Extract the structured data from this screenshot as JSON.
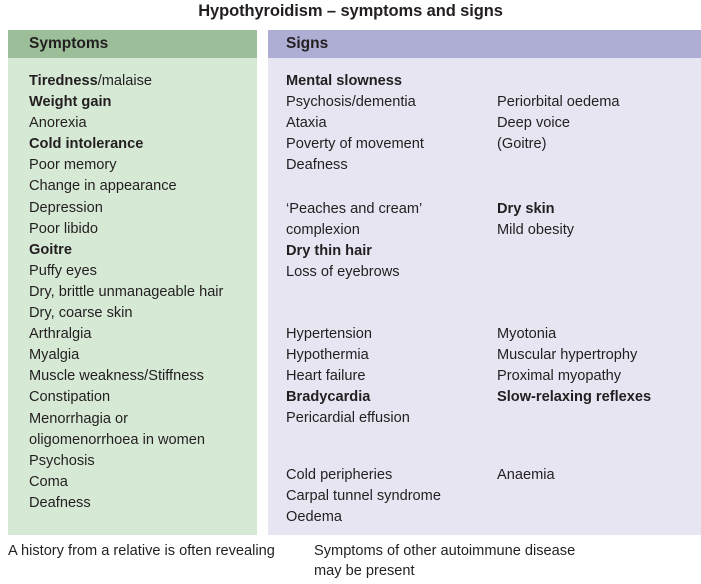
{
  "title": "Hypothyroidism – symptoms and signs",
  "colors": {
    "symptoms_header": "#9cbf9a",
    "symptoms_body": "#d6e9d5",
    "signs_header": "#aeaed4",
    "signs_body": "#e7e5f2",
    "text": "#231f20"
  },
  "symptoms": {
    "header": "Symptoms",
    "items": [
      {
        "text": "Tiredness",
        "bold_prefix": "Tiredness",
        "rest": "/malaise",
        "style": "mixed"
      },
      {
        "text": "Weight gain",
        "style": "bold"
      },
      {
        "text": "Anorexia",
        "style": "normal"
      },
      {
        "text": "Cold intolerance",
        "style": "bold"
      },
      {
        "text": "Poor memory",
        "style": "normal"
      },
      {
        "text": "Change in appearance",
        "style": "normal"
      },
      {
        "text": "Depression",
        "style": "normal"
      },
      {
        "text": "Poor libido",
        "style": "normal"
      },
      {
        "text": "Goitre",
        "style": "bold"
      },
      {
        "text": "Puffy eyes",
        "style": "normal"
      },
      {
        "text": "Dry, brittle unmanageable hair",
        "style": "normal"
      },
      {
        "text": "Dry, coarse skin",
        "style": "normal"
      },
      {
        "text": "Arthralgia",
        "style": "normal"
      },
      {
        "text": "Myalgia",
        "style": "normal"
      },
      {
        "text": "Muscle weakness/Stiffness",
        "style": "normal"
      },
      {
        "text": "Constipation",
        "style": "normal"
      },
      {
        "text": "Menorrhagia or",
        "style": "normal"
      },
      {
        "text": "oligomenorrhoea in women",
        "style": "normal"
      },
      {
        "text": "Psychosis",
        "style": "normal"
      },
      {
        "text": "Coma",
        "style": "normal"
      },
      {
        "text": "Deafness",
        "style": "normal"
      }
    ],
    "footnote": "A history from a relative is often revealing"
  },
  "signs": {
    "header": "Signs",
    "groups": [
      {
        "left": [
          {
            "text": "Mental slowness",
            "style": "bold"
          },
          {
            "text": "Psychosis/dementia",
            "style": "normal"
          },
          {
            "text": "Ataxia",
            "style": "normal"
          },
          {
            "text": "Poverty of movement",
            "style": "normal"
          },
          {
            "text": "Deafness",
            "style": "normal"
          }
        ],
        "right": [
          {
            "text": "",
            "style": "spacer"
          },
          {
            "text": "Periorbital oedema",
            "style": "normal"
          },
          {
            "text": "Deep voice",
            "style": "normal"
          },
          {
            "text": "(Goitre)",
            "style": "normal"
          }
        ]
      },
      {
        "left": [
          {
            "text": "‘Peaches and cream’",
            "style": "normal"
          },
          {
            "text": "complexion",
            "style": "normal"
          },
          {
            "text": "Dry thin hair",
            "style": "bold"
          },
          {
            "text": "Loss of eyebrows",
            "style": "normal"
          }
        ],
        "right": [
          {
            "text": "Dry skin",
            "style": "bold"
          },
          {
            "text": "Mild obesity",
            "style": "normal"
          }
        ]
      },
      {
        "left": [
          {
            "text": "Hypertension",
            "style": "normal"
          },
          {
            "text": "Hypothermia",
            "style": "normal"
          },
          {
            "text": "Heart failure",
            "style": "normal"
          },
          {
            "text": "Bradycardia",
            "style": "bold"
          },
          {
            "text": "Pericardial effusion",
            "style": "normal"
          }
        ],
        "right": [
          {
            "text": "Myotonia",
            "style": "normal"
          },
          {
            "text": "Muscular hypertrophy",
            "style": "normal"
          },
          {
            "text": "Proximal myopathy",
            "style": "normal"
          },
          {
            "text": "Slow-relaxing reflexes",
            "style": "bold"
          }
        ]
      },
      {
        "left": [
          {
            "text": "Cold peripheries",
            "style": "normal"
          },
          {
            "text": "Carpal tunnel syndrome",
            "style": "normal"
          },
          {
            "text": "Oedema",
            "style": "normal"
          }
        ],
        "right": [
          {
            "text": "Anaemia",
            "style": "normal"
          }
        ]
      }
    ],
    "footnote_lines": [
      "Symptoms of other autoimmune disease",
      "may be present"
    ]
  }
}
